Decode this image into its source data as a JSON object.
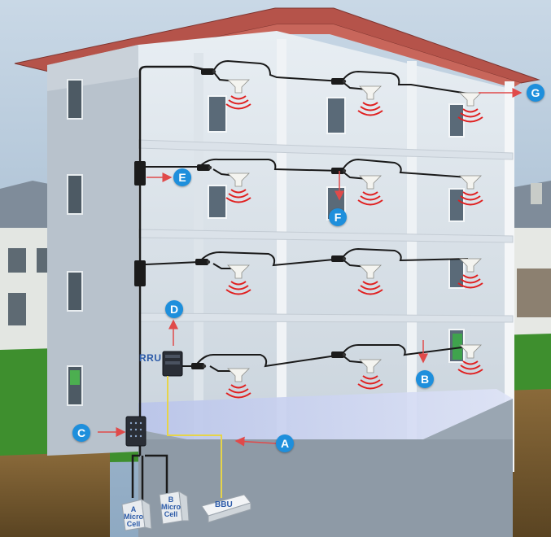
{
  "equipment": {
    "rru_label": "RRU",
    "bbu_label": "BBU",
    "micro_cell_a": {
      "letter": "A",
      "line1": "Micro",
      "line2": "Cell"
    },
    "micro_cell_b": {
      "letter": "B",
      "line1": "Micro",
      "line2": "Cell"
    }
  },
  "callouts": {
    "a": "A",
    "b": "B",
    "c": "C",
    "d": "D",
    "e": "E",
    "f": "F",
    "g": "G"
  },
  "colors": {
    "callout_fill": "#1e8fdc",
    "arrow": "#e04a4a",
    "signal_arc": "#e02020",
    "fiber": "#e6d44a",
    "cable": "#1a1a1a",
    "roof": "#b5534a",
    "grass": "#3e8f2e"
  },
  "icons": [
    "ceiling-antenna-icon",
    "splitter-icon",
    "coupler-icon",
    "signal-wave-icon"
  ]
}
